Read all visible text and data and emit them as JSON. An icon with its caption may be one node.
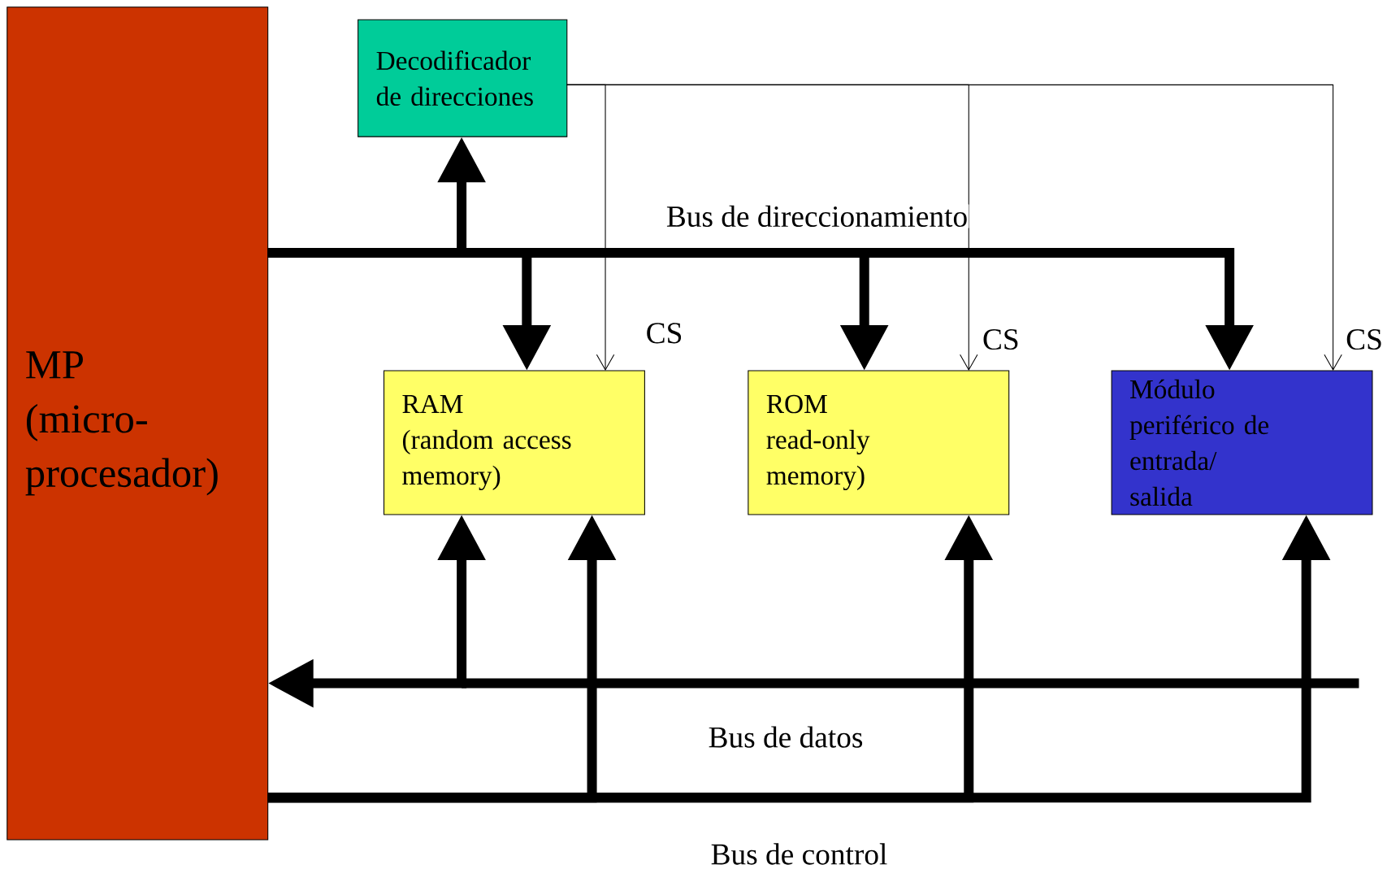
{
  "diagram": {
    "nodes": [
      {
        "text": [
          "MP",
          "(micro-procesador)"
        ]
      },
      {
        "text": [
          "Decodificador de direcciones"
        ]
      },
      {
        "text": [
          "RAM",
          "(random access memory)"
        ]
      },
      {
        "text": [
          "ROM",
          "read-only memory)"
        ]
      },
      {
        "text": [
          "Módulo periférico de entrada/ salida"
        ]
      }
    ],
    "edges": [
      {
        "from": 0,
        "to": 1,
        "arrow": "to"
      },
      {
        "from": 0,
        "to": 2,
        "arrow": "to"
      },
      {
        "from": 0,
        "to": 3,
        "arrow": "to"
      },
      {
        "from": 0,
        "to": 4,
        "arrow": "to"
      },
      {
        "from": 2,
        "to": 0,
        "arrow": "both"
      },
      {
        "from": 0,
        "to": 2,
        "arrow": "to"
      },
      {
        "from": 0,
        "to": 3,
        "arrow": "to"
      },
      {
        "from": 0,
        "to": 4,
        "arrow": "to"
      },
      {
        "from": 1,
        "to": 2,
        "arrow": "to",
        "label": "CS"
      },
      {
        "from": 1,
        "to": 3,
        "arrow": "to",
        "label": "CS"
      },
      {
        "from": 1,
        "to": 4,
        "arrow": "to",
        "label": "CS"
      }
    ],
    "labels": [
      "Bus de direccionamiento",
      "Bus de datos",
      "Bus de control"
    ]
  }
}
